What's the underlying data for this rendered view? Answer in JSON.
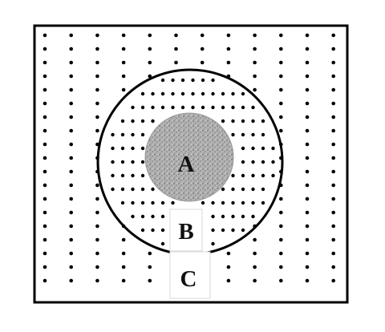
{
  "labels": {
    "inner": "A",
    "middle": "B",
    "outer": "C"
  },
  "colors": {
    "stroke": "#000000",
    "dot": "#000000",
    "inner_fill": "#b3b3b3",
    "label_box": "#ffffff"
  }
}
